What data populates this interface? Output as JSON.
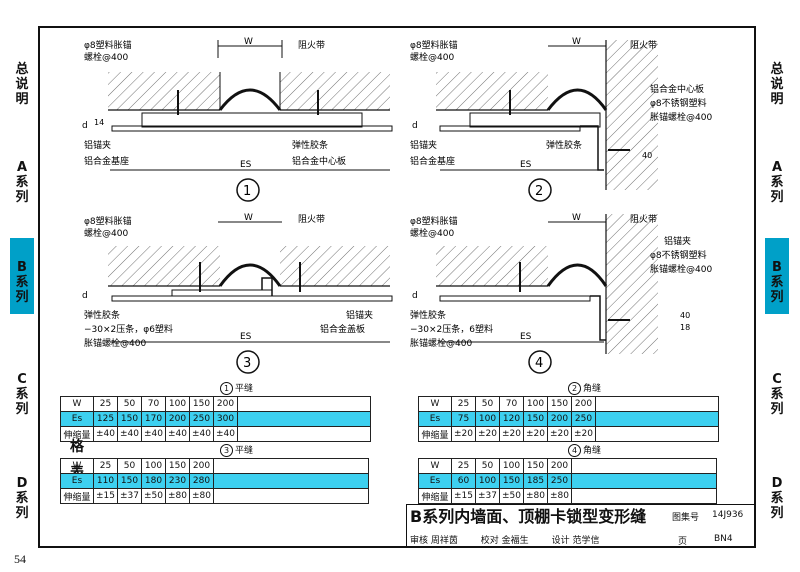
{
  "page_number": "54",
  "side_tabs": [
    {
      "key": "zong",
      "label": "总说明"
    },
    {
      "key": "a",
      "label": "A系列"
    },
    {
      "key": "b",
      "label": "B系列"
    },
    {
      "key": "c",
      "label": "C系列"
    },
    {
      "key": "d",
      "label": "D系列"
    }
  ],
  "details": [
    {
      "num": "1",
      "labels": {
        "bolt": "φ8塑料胀锚",
        "bolt2": "螺栓@400",
        "fire": "阻火带",
        "clip": "铝锚夹",
        "base": "铝合金基座",
        "strip": "弹性胶条",
        "plate": "铝合金中心板",
        "w": "W",
        "es": "ES",
        "d": "d",
        "dim": "14"
      }
    },
    {
      "num": "2",
      "labels": {
        "bolt": "φ8塑料胀锚",
        "bolt2": "螺栓@400",
        "fire": "阻火带",
        "center": "铝合金中心板",
        "ss": "φ8不锈钢塑料",
        "ss2": "胀锚螺栓@400",
        "strip": "弹性胶条",
        "clip": "铝锚夹",
        "base": "铝合金基座",
        "w": "W",
        "es": "ES",
        "d": "d",
        "dim40": "40"
      }
    },
    {
      "num": "3",
      "labels": {
        "bolt": "φ8塑料胀锚",
        "bolt2": "螺栓@400",
        "fire": "阻火带",
        "strip": "弹性胶条",
        "press": "−30×2压条，φ6塑料",
        "press2": "胀锚螺栓@400",
        "clip": "铝锚夹",
        "cover": "铝合金盖板",
        "w": "W",
        "es": "ES",
        "d": "d"
      }
    },
    {
      "num": "4",
      "labels": {
        "bolt": "φ8塑料胀锚",
        "bolt2": "螺栓@400",
        "fire": "阻火带",
        "clip": "铝锚夹",
        "ss": "φ8不锈钢塑料",
        "ss2": "胀锚螺栓@400",
        "strip": "弹性胶条",
        "press": "−30×2压条，6塑料",
        "press2": "胀锚螺栓@400",
        "w": "W",
        "es": "ES",
        "d": "d",
        "dim40": "40",
        "dim18": "18"
      }
    }
  ],
  "spec_table": {
    "label": "规格表",
    "group1": {
      "left_title_num": "1",
      "left_title": "平缝",
      "right_title_num": "2",
      "right_title": "角缝"
    },
    "group2": {
      "left_title_num": "3",
      "left_title": "平缝",
      "right_title_num": "4",
      "right_title": "角缝"
    },
    "t1": {
      "rows": [
        [
          "W",
          "25",
          "50",
          "70",
          "100",
          "150",
          "200"
        ],
        [
          "Es",
          "125",
          "150",
          "170",
          "200",
          "250",
          "300"
        ],
        [
          "伸缩量",
          "±40",
          "±40",
          "±40",
          "±40",
          "±40",
          "±40"
        ]
      ]
    },
    "t2": {
      "rows": [
        [
          "W",
          "25",
          "50",
          "70",
          "100",
          "150",
          "200"
        ],
        [
          "Es",
          "75",
          "100",
          "120",
          "150",
          "200",
          "250"
        ],
        [
          "伸缩量",
          "±20",
          "±20",
          "±20",
          "±20",
          "±20",
          "±20"
        ]
      ]
    },
    "t3": {
      "rows": [
        [
          "W",
          "25",
          "50",
          "100",
          "150",
          "200"
        ],
        [
          "Es",
          "110",
          "150",
          "180",
          "230",
          "280"
        ],
        [
          "伸缩量",
          "±15",
          "±37",
          "±50",
          "±80",
          "±80"
        ]
      ]
    },
    "t4": {
      "rows": [
        [
          "W",
          "25",
          "50",
          "100",
          "150",
          "200"
        ],
        [
          "Es",
          "60",
          "100",
          "150",
          "185",
          "250"
        ],
        [
          "伸缩量",
          "±15",
          "±37",
          "±50",
          "±80",
          "±80"
        ]
      ]
    }
  },
  "title_block": {
    "title": "B系列内墙面、顶棚卡锁型变形缝",
    "atlas_label": "图集号",
    "atlas_no": "14J936",
    "page_label": "页",
    "page_no": "BN4",
    "review_label": "审核",
    "reviewer": "周祥茵",
    "check_label": "校对",
    "checker": "金福生",
    "design_label": "设计",
    "designer": "范学信"
  }
}
